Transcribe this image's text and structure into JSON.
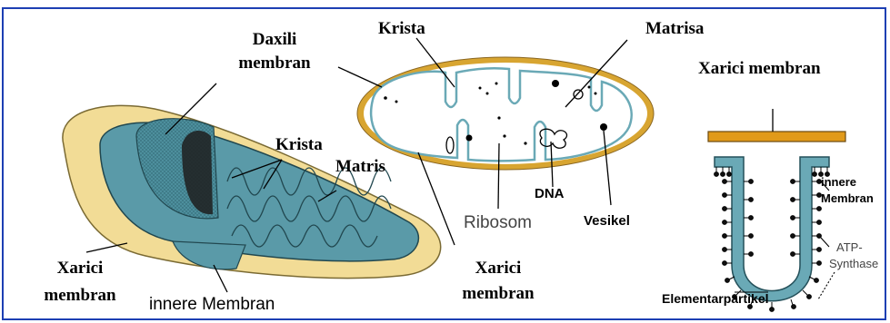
{
  "left_panel": {
    "daxili_membran_line1": "Daxili",
    "daxili_membran_line2": "membran",
    "krista": "Krista",
    "matris": "Matris",
    "xarici_membran_line1": "Xarici",
    "xarici_membran_line2": "membran",
    "innere_membran": "innere Membran"
  },
  "middle_panel": {
    "krista": "Krista",
    "matrisa": "Matrisa",
    "dna": "DNA",
    "vesikel": "Vesikel",
    "ribosom": "Ribosom",
    "xarici_membran_line1": "Xarici",
    "xarici_membran_line2": "membran"
  },
  "right_panel": {
    "xarici_membran": "Xarici membran",
    "innere_membran_line1": "innere",
    "innere_membran_line2": "Membran",
    "atp_synthase_line1": "ATP-",
    "atp_synthase_line2": "Synthase",
    "elementarpartikel": "Elementarpartikel"
  },
  "colors": {
    "frame": "#1d3fb3",
    "outer_membrane": "#f2dc96",
    "inner_membrane": "#5a9aa8",
    "outer_ring": "#d8a531",
    "bar": "#e19a1a"
  }
}
